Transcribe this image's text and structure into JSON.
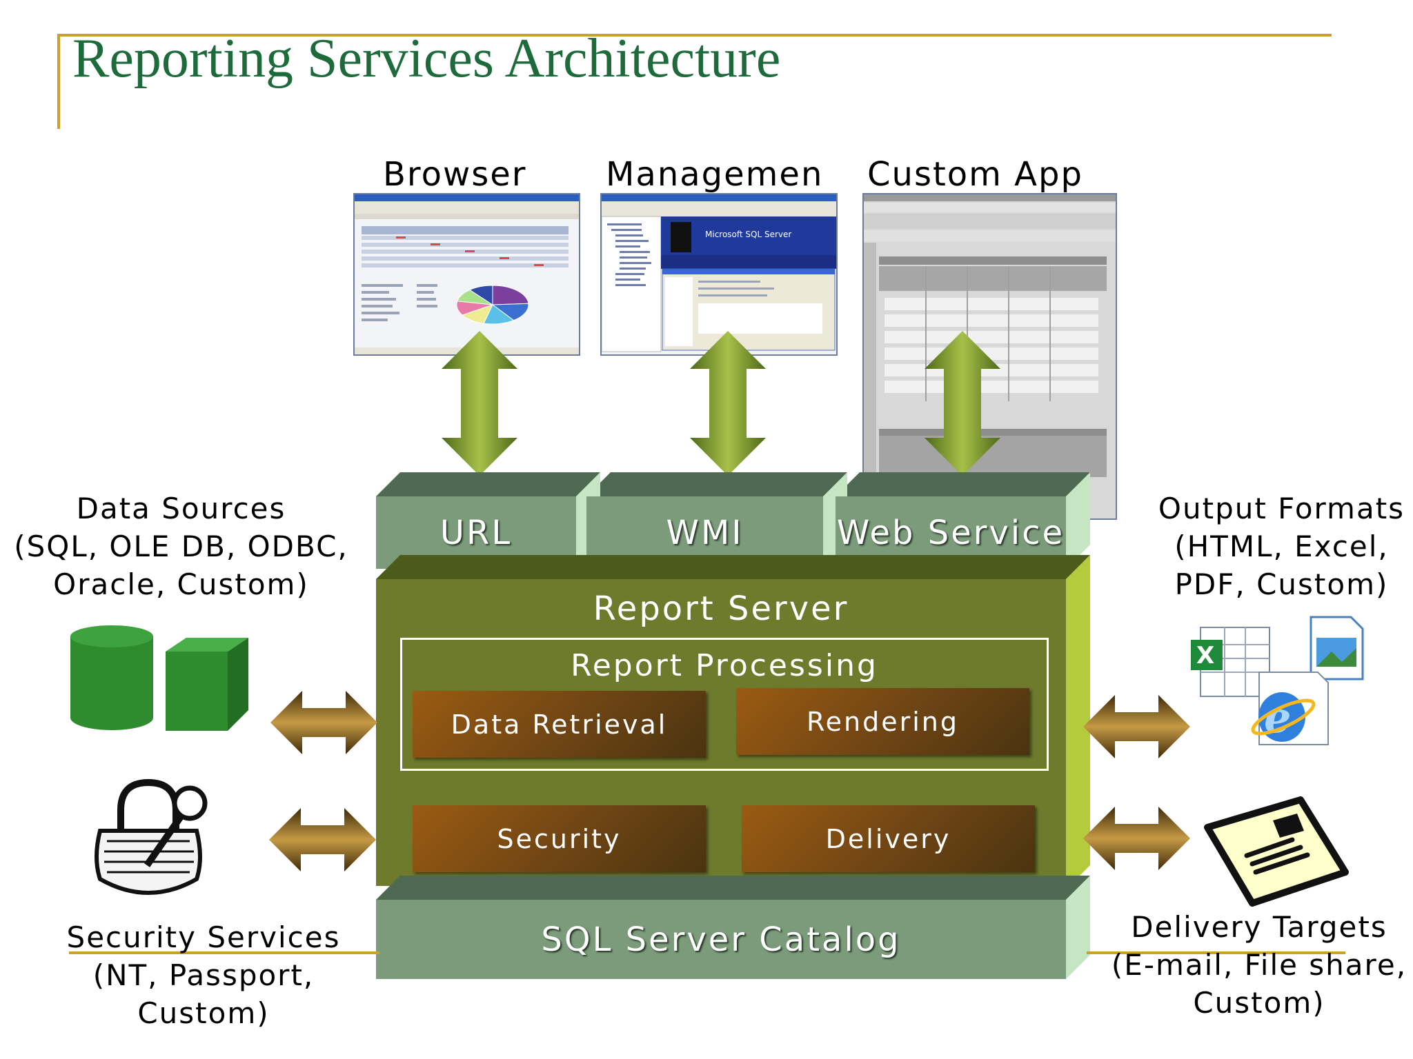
{
  "title": "Reporting Services Architecture",
  "clients": {
    "browser": "Browser",
    "management": "Managemen",
    "custom_app": "Custom App"
  },
  "tiers": {
    "url": "URL",
    "wmi": "WMI",
    "web_service": "Web Service"
  },
  "report_server": {
    "title": "Report Server",
    "processing_title": "Report Processing",
    "data_retrieval": "Data Retrieval",
    "rendering": "Rendering",
    "security": "Security",
    "delivery": "Delivery"
  },
  "catalog": "SQL Server Catalog",
  "data_sources": {
    "line1": "Data Sources",
    "line2": "(SQL, OLE DB, ODBC,",
    "line3": "Oracle, Custom)"
  },
  "security_services": {
    "line1": "Security Services",
    "line2": "(NT, Passport,",
    "line3": "Custom)"
  },
  "output_formats": {
    "line1": "Output Formats",
    "line2": "(HTML, Excel,",
    "line3": "PDF, Custom)"
  },
  "delivery_targets": {
    "line1": "Delivery Targets",
    "line2": "(E-mail, File share,",
    "line3": "Custom)"
  },
  "browser_shot": {
    "chart_data": {
      "type": "pie",
      "values": [
        24,
        16,
        14,
        12,
        12,
        11,
        11
      ]
    }
  },
  "management_shot": {
    "logo_text": "Microsoft SQL Server"
  },
  "colors": {
    "title": "#1d6b3a",
    "rule": "#c9a227",
    "tier": "#7b9b7a",
    "server": "#6e7b2c",
    "module": "#7a4a14",
    "arrow_green": "#6f8b2a",
    "arrow_brown": "#7a5a1a"
  },
  "icons": {
    "data_sources": "database-icon",
    "security": "padlock-key-icon",
    "output": "file-formats-icon",
    "delivery": "envelope-icon"
  }
}
